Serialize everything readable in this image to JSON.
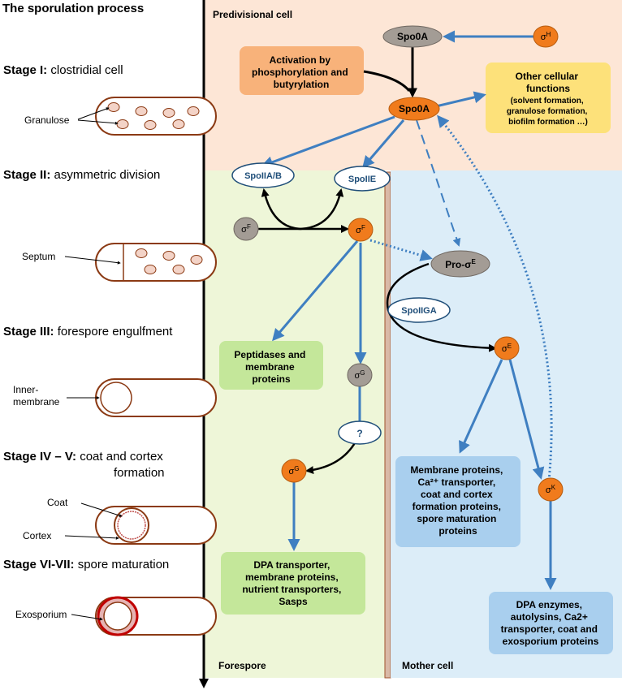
{
  "title": "The sporulation process",
  "stages": [
    {
      "prefix": "Stage I:",
      "text": "clostridial cell"
    },
    {
      "prefix": "Stage II:",
      "text": "asymmetric division"
    },
    {
      "prefix": "Stage III:",
      "text": "forespore engulfment"
    },
    {
      "prefix": "Stage IV – V:",
      "text": "coat and cortex",
      "text2": "formation"
    },
    {
      "prefix": "Stage VI-VII:",
      "text": "spore maturation"
    }
  ],
  "cell_labels": {
    "granulose": "Granulose",
    "septum": "Septum",
    "inner_membrane_1": "Inner-",
    "inner_membrane_2": "membrane",
    "coat": "Coat",
    "cortex": "Cortex",
    "exosporium": "Exosporium"
  },
  "regions": {
    "predivisional": "Predivisional cell",
    "forespore": "Forespore",
    "mother": "Mother cell"
  },
  "nodes": {
    "spo0a_top": "Spo0A",
    "spo0a_main": "Spo0A",
    "sigma_h": "σH",
    "sigma_f_grey": "σF",
    "sigma_f_orange": "σF",
    "sigma_g_grey": "σG",
    "sigma_g_orange": "σG",
    "sigma_e": "σE",
    "sigma_k": "σK",
    "pro_sigma_e": "Pro-σE",
    "spoiiab": "SpoIIA/B",
    "spoiie": "SpoIIE",
    "spoiiga": "SpoIIGA",
    "question": "?"
  },
  "boxes": {
    "activation": [
      "Activation by",
      "phosphorylation and",
      "butyrylation"
    ],
    "other_title": [
      "Other cellular",
      "functions"
    ],
    "other_detail": [
      "(solvent formation,",
      "granulose formation,",
      "biofilm formation …)"
    ],
    "peptidases": [
      "Peptidases and",
      "membrane",
      "proteins"
    ],
    "dpa_forespore": [
      "DPA transporter,",
      "membrane proteins,",
      "nutrient transporters,",
      "Sasps"
    ],
    "membrane_mother": [
      "Membrane proteins,",
      "Ca²⁺ transporter,",
      "coat and cortex",
      "formation proteins,",
      "spore maturation",
      "proteins"
    ],
    "dpa_enzymes": [
      "DPA enzymes,",
      "autolysins, Ca2+",
      "transporter, coat and",
      "exosporium proteins"
    ]
  },
  "colors": {
    "orange_node": "#f07b1c",
    "grey_node": "#a39c95",
    "blue_arrow": "#3f7fc1",
    "predivisional_bg": "#fde6d6",
    "forespore_bg": "#eef6d8",
    "mother_bg": "#dcedf8",
    "activation_box": "#f8b27a",
    "other_box": "#fde17a",
    "green_box": "#c4e79a",
    "blue_box": "#a9cfee"
  }
}
